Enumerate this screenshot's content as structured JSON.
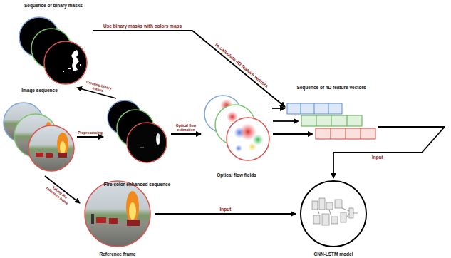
{
  "diagram": {
    "nodes": [
      {
        "text": [
          "Sequence of binary masks"
        ]
      },
      {
        "text": [
          "Image sequence"
        ]
      },
      {
        "text": [
          "Fire color enhanced sequence"
        ]
      },
      {
        "text": [
          "Optical flow fields"
        ]
      },
      {
        "text": [
          "Sequence of 4D feature vectors"
        ]
      },
      {
        "text": [
          "Reference frame"
        ]
      },
      {
        "text": [
          "CNN-LSTM model"
        ]
      }
    ],
    "edges": [
      {
        "from": 1,
        "to": 2,
        "arrow": "to",
        "label": "Preprocessing"
      },
      {
        "from": 2,
        "to": 0,
        "arrow": "to",
        "label": "Creating binary masks"
      },
      {
        "from": 2,
        "to": 3,
        "arrow": "to",
        "label": "Optical flow estimation"
      },
      {
        "from": 0,
        "to": 4,
        "arrow": "to",
        "label": "Use binary masks with colors maps"
      },
      {
        "from": 3,
        "to": 4,
        "arrow": "to"
      },
      {
        "from": 4,
        "to": 6,
        "arrow": "to",
        "label": "Input"
      },
      {
        "from": 1,
        "to": 5,
        "arrow": "to",
        "label": "Taking the reference frame"
      },
      {
        "from": 5,
        "to": 6,
        "arrow": "to",
        "label": "Input"
      }
    ],
    "labels": [
      "to calculate 4D feature vectors"
    ]
  }
}
